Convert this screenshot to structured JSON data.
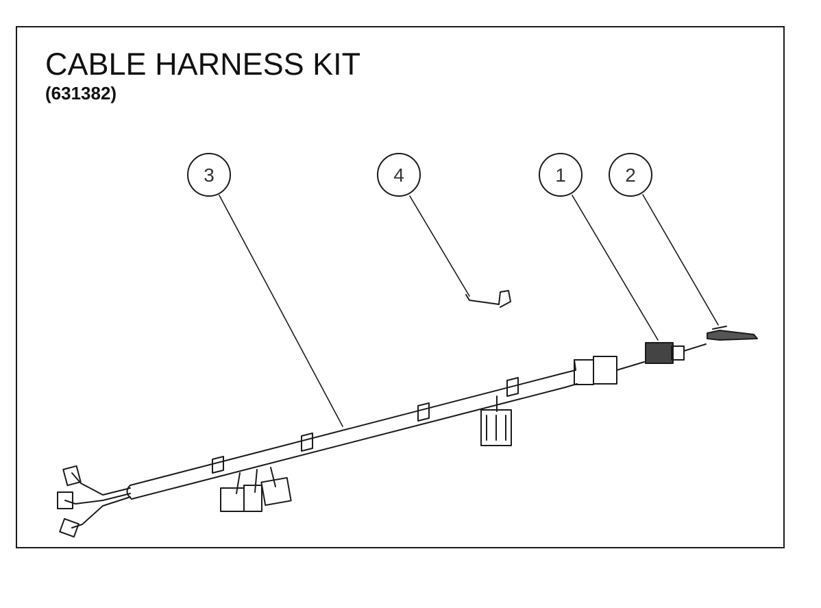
{
  "title": "CABLE HARNESS KIT",
  "part_number": "(631382)",
  "callouts": [
    {
      "number": "3",
      "part": "main-harness"
    },
    {
      "number": "4",
      "part": "short-jumper-cable"
    },
    {
      "number": "1",
      "part": "connector-block"
    },
    {
      "number": "2",
      "part": "end-connector"
    }
  ],
  "colors": {
    "line": "#1a1a1a",
    "background": "#ffffff"
  }
}
